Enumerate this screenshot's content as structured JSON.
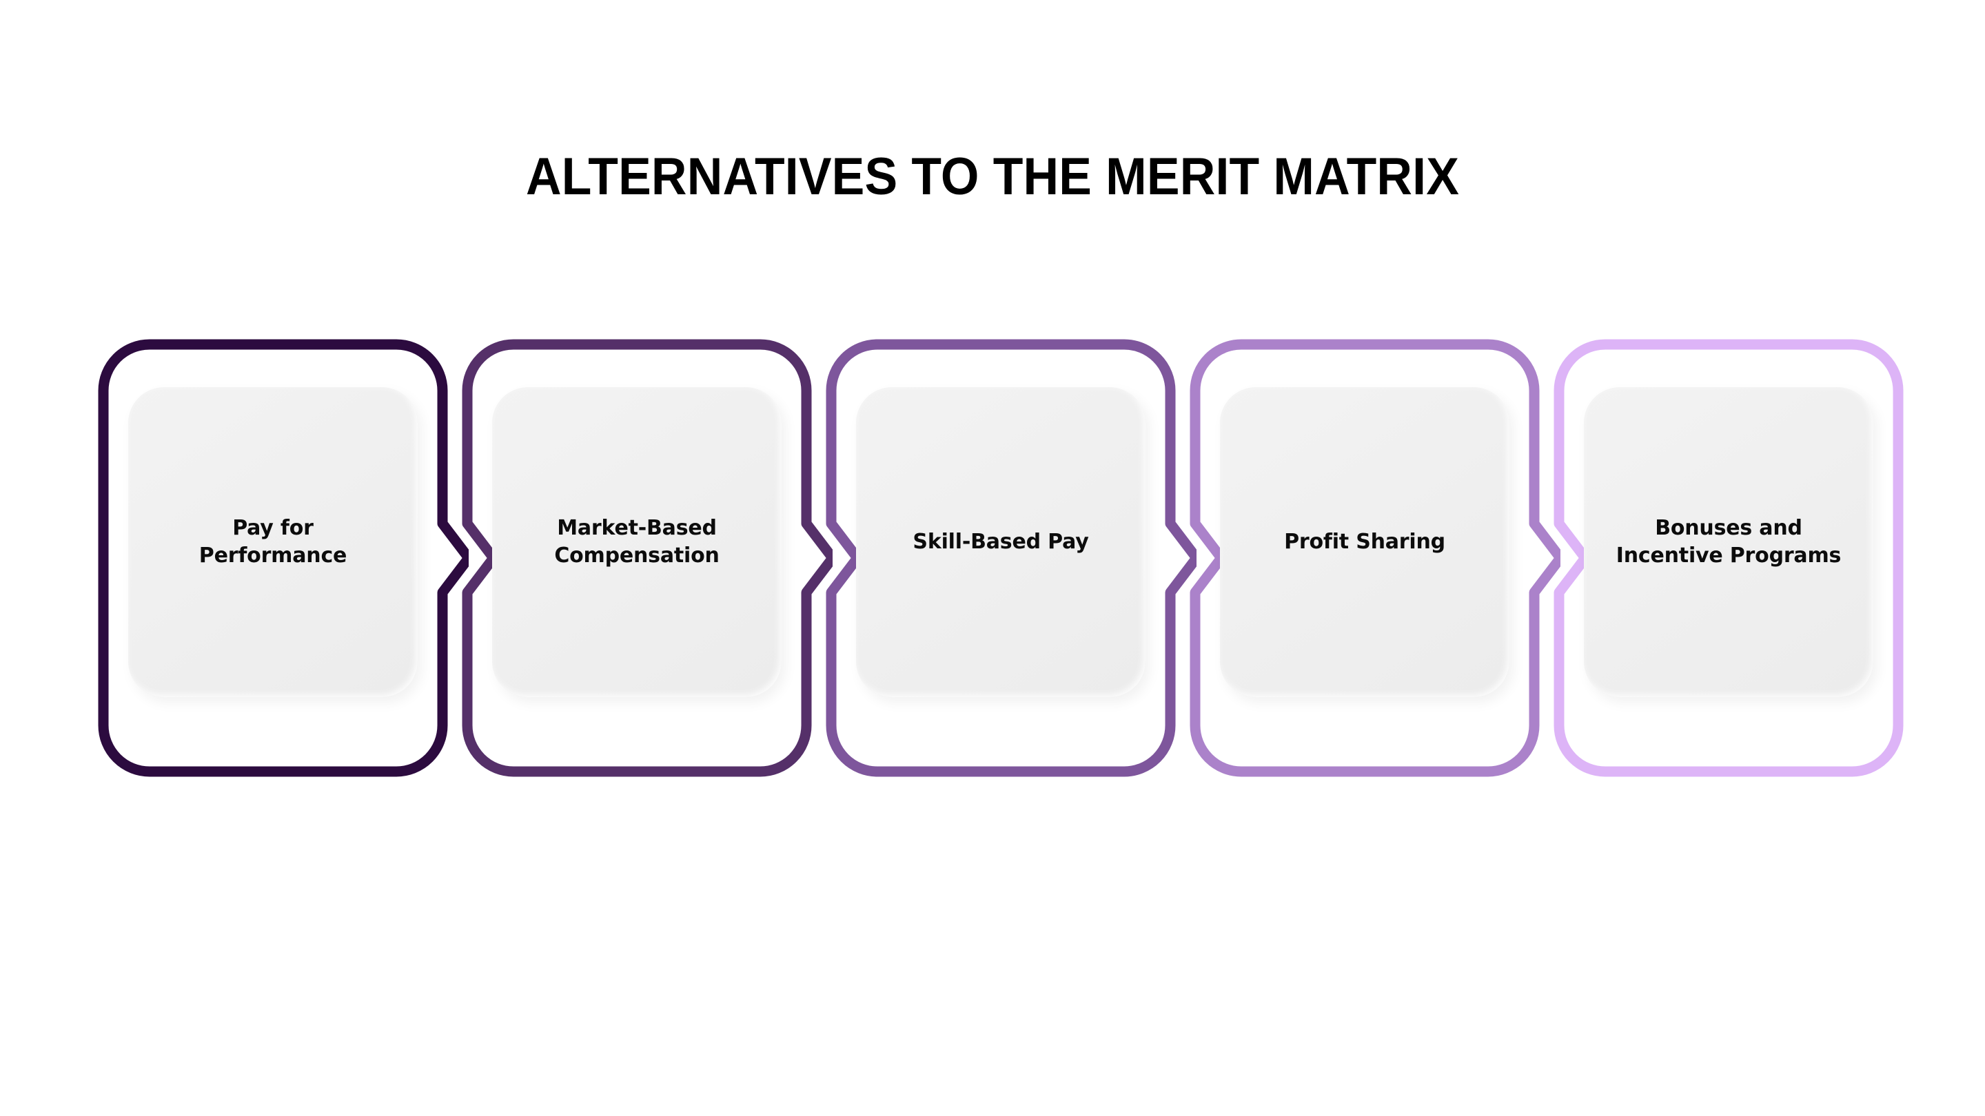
{
  "page": {
    "background_color": "#ffffff",
    "title": "ALTERNATIVES TO THE MERIT MATRIX",
    "title_color": "#000000"
  },
  "diagram": {
    "type": "horizontal-chevron-process-flow",
    "step_count": 5,
    "inner_panel_color": "#efefef",
    "connector_icon": "chevron-right-icon",
    "steps": [
      {
        "index": 1,
        "label": "Pay for\nPerformance",
        "border_color": "#2c0b3f",
        "has_right_arrow": true
      },
      {
        "index": 2,
        "label": "Market-Based\nCompensation",
        "border_color": "#553069",
        "has_right_arrow": true
      },
      {
        "index": 3,
        "label": "Skill-Based Pay",
        "border_color": "#7e569c",
        "has_right_arrow": true
      },
      {
        "index": 4,
        "label": "Profit Sharing",
        "border_color": "#ab82ca",
        "has_right_arrow": true
      },
      {
        "index": 5,
        "label": "Bonuses and\nIncentive Programs",
        "border_color": "#ddb4f7",
        "has_right_arrow": false
      }
    ]
  }
}
